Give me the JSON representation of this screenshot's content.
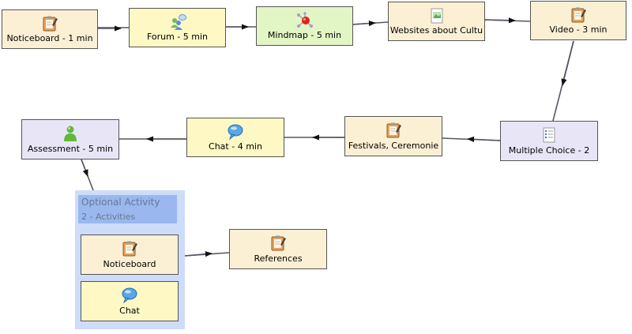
{
  "nodes": {
    "noticeboard": "Noticeboard - 1 min",
    "forum": "Forum - 5 min",
    "mindmap": "Mindmap - 5 min",
    "websites": "Websites about Cultu",
    "video": "Video - 3 min",
    "multiple_choice": "Multiple Choice - 2",
    "festivals": "Festivals, Ceremonie",
    "chat": "Chat - 4 min",
    "assessment": "Assessment - 5 min",
    "references": "References"
  },
  "optional": {
    "title": "Optional Activity",
    "subtitle": "2 - Activities",
    "children": {
      "noticeboard": "Noticeboard",
      "chat": "Chat"
    }
  },
  "icons": {
    "document": "notebook-pencil-icon",
    "forum": "forum-people-icon",
    "mindmap": "mindmap-icon",
    "websites": "picture-document-icon",
    "multiple_choice": "checklist-icon",
    "chat": "speech-bubble-icon",
    "assessment": "person-icon"
  },
  "colors": {
    "document_fill": "#fcf0d4",
    "collab_fill": "#fdf8c4",
    "mindmap_fill": "#e2f5c4",
    "assessment_fill": "#e8e6f6",
    "optional_fill": "#cddcf8",
    "optional_header": "#9ab8ef",
    "link": "#555566"
  }
}
